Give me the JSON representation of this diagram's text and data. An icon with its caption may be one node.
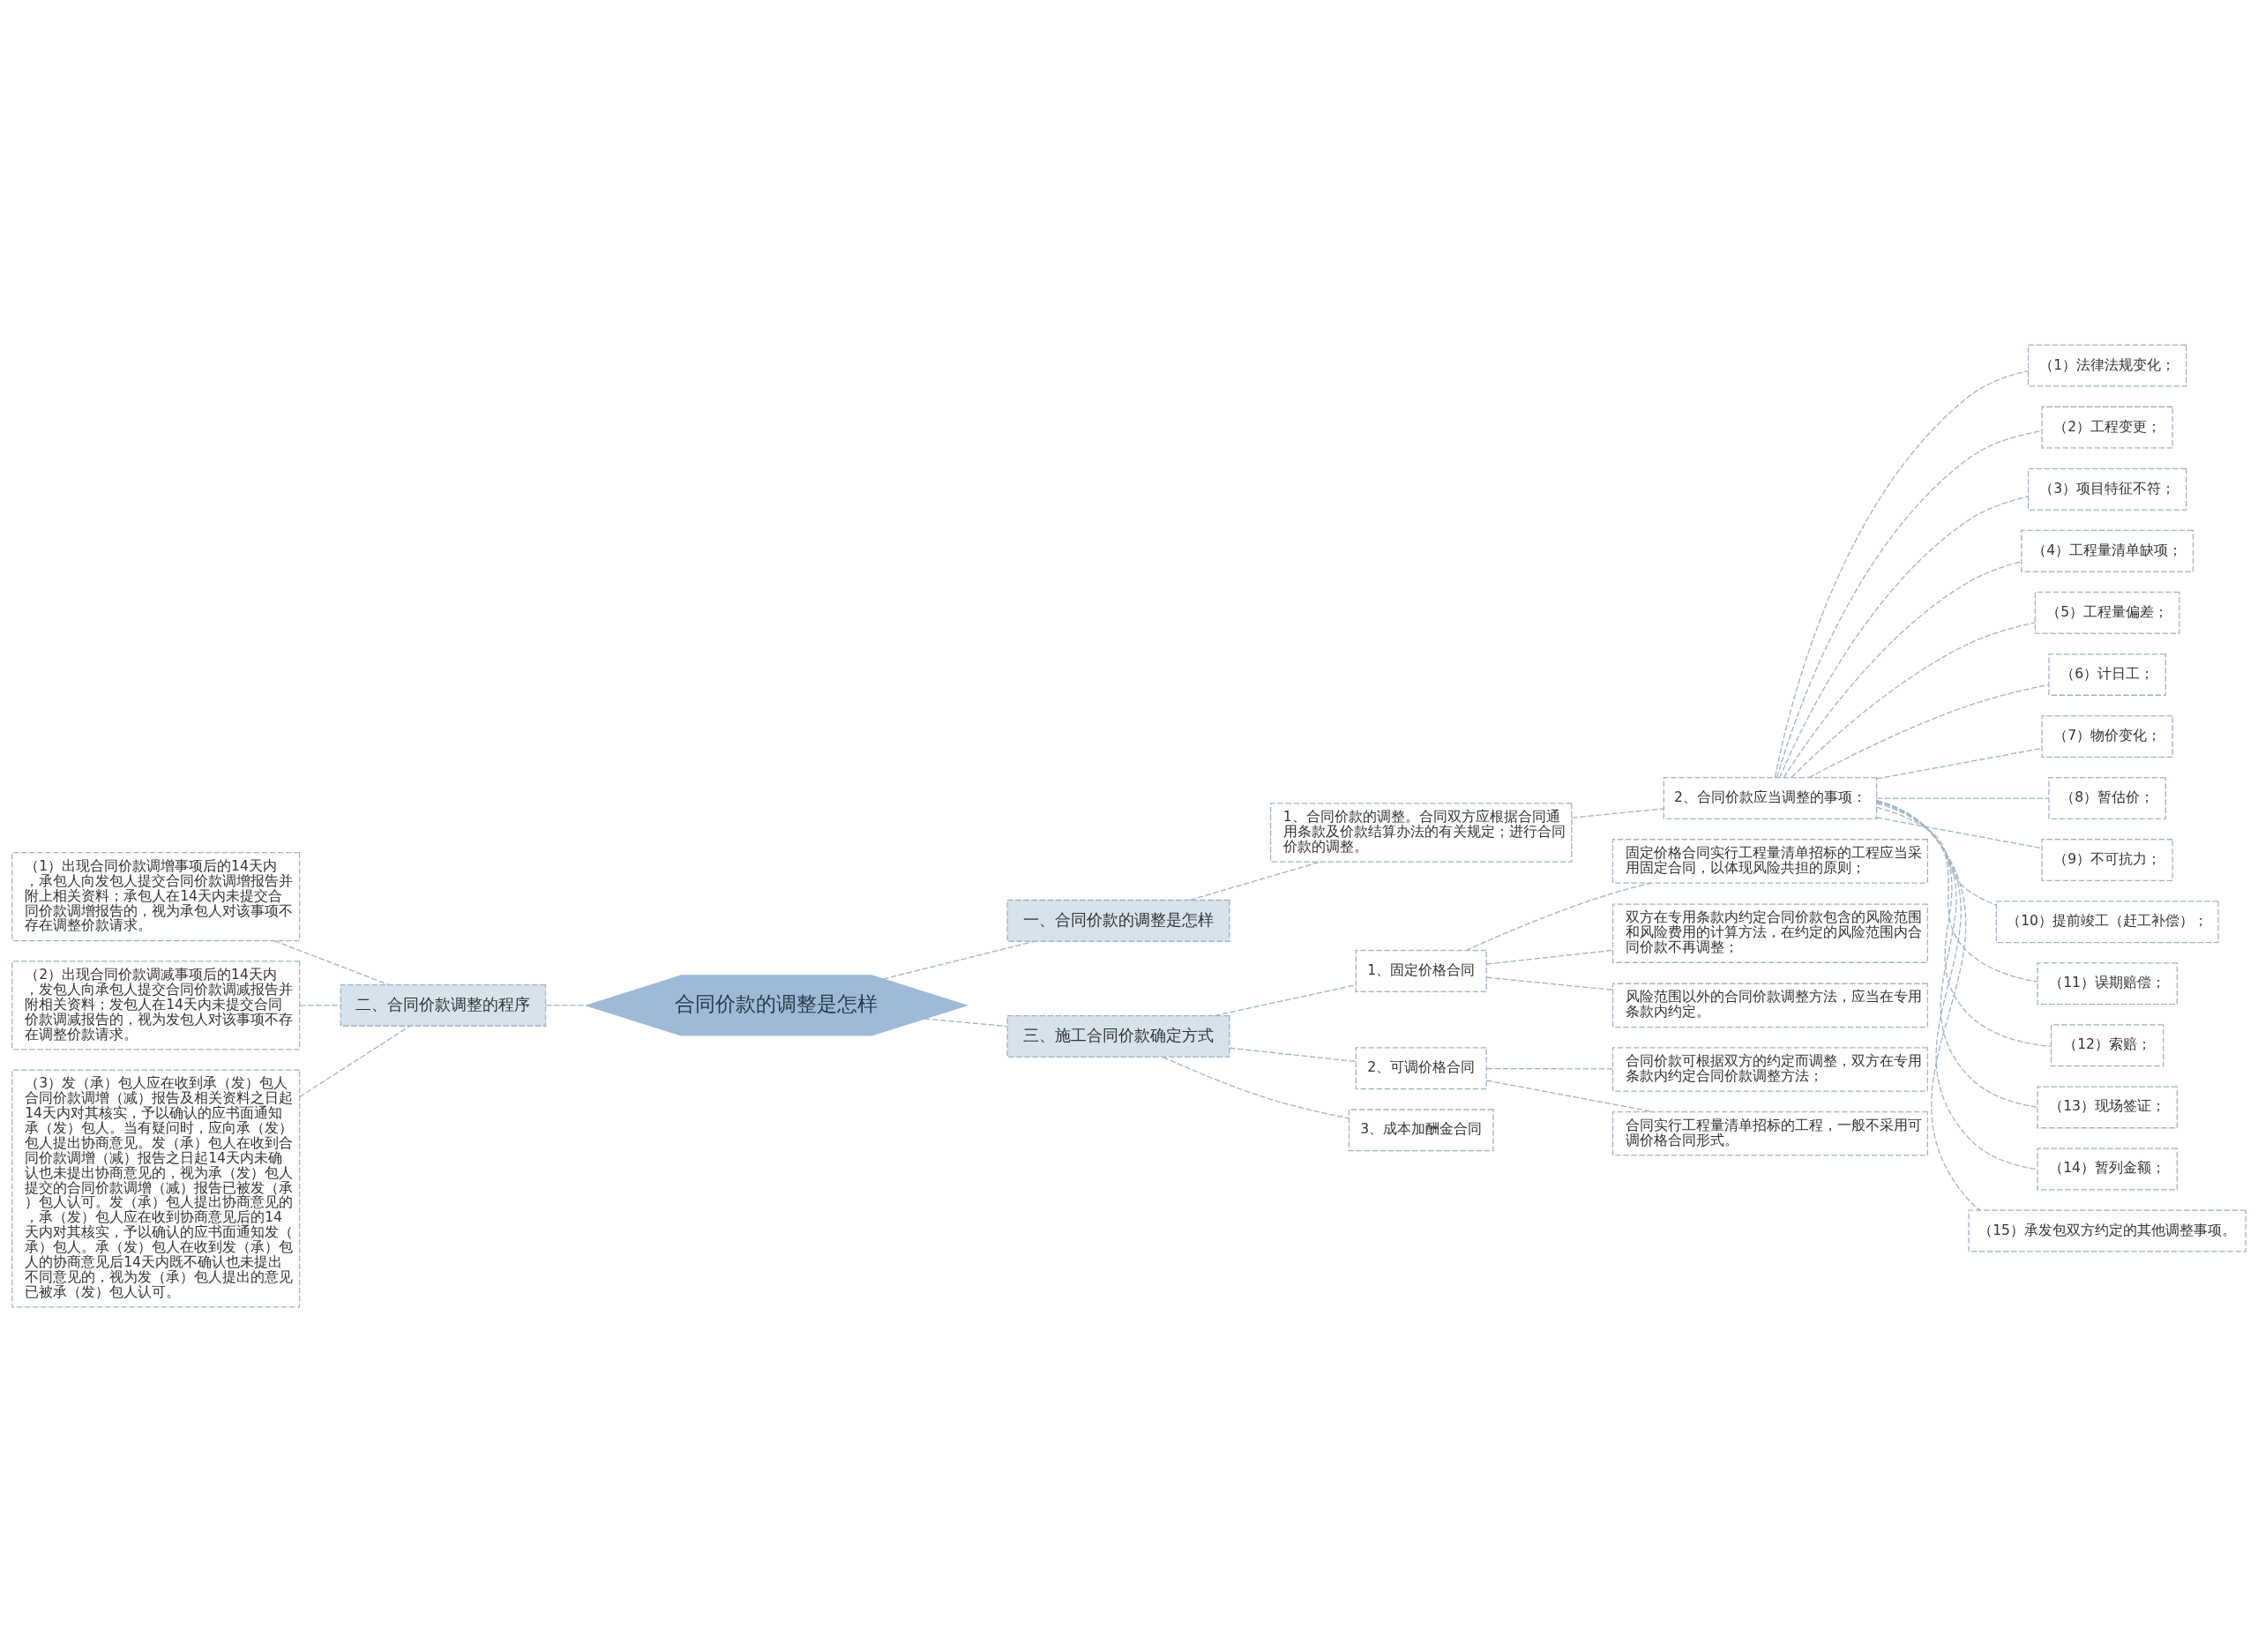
{
  "diagram": {
    "nodes": [
      {
        "text": [
          "合同价款的调整是怎样"
        ]
      },
      {
        "text": [
          "一、合同价款的调整是怎样"
        ]
      },
      {
        "text": [
          "1、合同价款的调整。合同双方应根据合同通用条款及价款结算办法的有关规定；进行合同价款的调整。"
        ]
      },
      {
        "text": [
          "2、合同价款应当调整的事项："
        ]
      },
      {
        "text": [
          "（1）法律法规变化；"
        ]
      },
      {
        "text": [
          "（2）工程变更；"
        ]
      },
      {
        "text": [
          "（3）项目特征不符；"
        ]
      },
      {
        "text": [
          "（4）工程量清单缺项；"
        ]
      },
      {
        "text": [
          "（5）工程量偏差；"
        ]
      },
      {
        "text": [
          "（6）计日工；"
        ]
      },
      {
        "text": [
          "（7）物价变化；"
        ]
      },
      {
        "text": [
          "（8）暂估价；"
        ]
      },
      {
        "text": [
          "（9）不可抗力；"
        ]
      },
      {
        "text": [
          "（10）提前竣工（赶工补偿）；"
        ]
      },
      {
        "text": [
          "（11）误期赔偿；"
        ]
      },
      {
        "text": [
          "（12）索赔；"
        ]
      },
      {
        "text": [
          "（13）现场签证；"
        ]
      },
      {
        "text": [
          "（14）暂列金额；"
        ]
      },
      {
        "text": [
          "（15）承发包双方约定的其他调整事项。"
        ]
      },
      {
        "text": [
          "二、合同价款调整的程序"
        ]
      },
      {
        "text": [
          "（1）出现合同价款调增事项后的14天内，承包人向发包人提交合同价款调增报告并附上相关资料；承包人在14天内未提交合同价款调增报告的，视为承包人对该事项不存在调整价款请求。"
        ]
      },
      {
        "text": [
          "（2）出现合同价款调减事项后的14天内，发包人向承包人提交合同价款调减报告并附相关资料；发包人在14天内未提交合同价款调减报告的，视为发包人对该事项不存在调整价款请求。"
        ]
      },
      {
        "text": [
          "（3）发（承）包人应在收到承（发）包人合同价款调增（减）报告及相关资料之日起14天内对其核实，予以确认的应书面通知承（发）包人。当有疑问时，应向承（发）包人提出协商意见。发（承）包人在收到合同价款调增（减）报告之日起14天内未确认也未提出协商意见的，视为承（发）包人提交的合同价款调增（减）报告已被发（承）包人认可。发（承）包人提出协商意见的，承（发）包人应在收到协商意见后的14天内对其核实，予以确认的应书面通知发（承）包人。承（发）包人在收到发（承）包人的协商意见后14天内既不确认也未提出不同意见的，视为发（承）包人提出的意见已被承（发）包人认可。"
        ]
      },
      {
        "text": [
          "三、施工合同价款确定方式"
        ]
      },
      {
        "text": [
          "1、固定价格合同"
        ]
      },
      {
        "text": [
          "固定价格合同实行工程量清单招标的工程应当采用固定合同，以体现风险共担的原则；"
        ]
      },
      {
        "text": [
          "双方在专用条款内约定合同价款包含的风险范围和风险费用的计算方法，在约定的风险范围内合同价款不再调整；"
        ]
      },
      {
        "text": [
          "风险范围以外的合同价款调整方法，应当在专用条款内约定。"
        ]
      },
      {
        "text": [
          "2、可调价格合同"
        ]
      },
      {
        "text": [
          "合同价款可根据双方的约定而调整，双方在专用条款内约定合同价款调整方法；"
        ]
      },
      {
        "text": [
          "合同实行工程量清单招标的工程，一般不采用可调价格合同形式。"
        ]
      },
      {
        "text": [
          "3、成本加酬金合同"
        ]
      }
    ],
    "edges": [
      {
        "from": 0,
        "to": 1,
        "arrow": "none",
        "style": "dashed"
      },
      {
        "from": 1,
        "to": 2,
        "arrow": "none",
        "style": "dashed"
      },
      {
        "from": 2,
        "to": 3,
        "arrow": "none",
        "style": "dashed"
      },
      {
        "from": 3,
        "to": 4,
        "arrow": "none",
        "style": "dashed"
      },
      {
        "from": 3,
        "to": 5,
        "arrow": "none",
        "style": "dashed"
      },
      {
        "from": 3,
        "to": 6,
        "arrow": "none",
        "style": "dashed"
      },
      {
        "from": 3,
        "to": 7,
        "arrow": "none",
        "style": "dashed"
      },
      {
        "from": 3,
        "to": 8,
        "arrow": "none",
        "style": "dashed"
      },
      {
        "from": 3,
        "to": 9,
        "arrow": "none",
        "style": "dashed"
      },
      {
        "from": 3,
        "to": 10,
        "arrow": "none",
        "style": "dashed"
      },
      {
        "from": 3,
        "to": 11,
        "arrow": "none",
        "style": "dashed"
      },
      {
        "from": 3,
        "to": 12,
        "arrow": "none",
        "style": "dashed"
      },
      {
        "from": 3,
        "to": 13,
        "arrow": "none",
        "style": "dashed"
      },
      {
        "from": 3,
        "to": 14,
        "arrow": "none",
        "style": "dashed"
      },
      {
        "from": 3,
        "to": 15,
        "arrow": "none",
        "style": "dashed"
      },
      {
        "from": 3,
        "to": 16,
        "arrow": "none",
        "style": "dashed"
      },
      {
        "from": 3,
        "to": 17,
        "arrow": "none",
        "style": "dashed"
      },
      {
        "from": 3,
        "to": 18,
        "arrow": "none",
        "style": "dashed"
      },
      {
        "from": 0,
        "to": 19,
        "arrow": "none",
        "style": "dashed"
      },
      {
        "from": 19,
        "to": 20,
        "arrow": "none",
        "style": "dashed"
      },
      {
        "from": 19,
        "to": 21,
        "arrow": "none",
        "style": "dashed"
      },
      {
        "from": 19,
        "to": 22,
        "arrow": "none",
        "style": "dashed"
      },
      {
        "from": 0,
        "to": 23,
        "arrow": "none",
        "style": "dashed"
      },
      {
        "from": 23,
        "to": 24,
        "arrow": "none",
        "style": "dashed"
      },
      {
        "from": 24,
        "to": 25,
        "arrow": "none",
        "style": "dashed"
      },
      {
        "from": 24,
        "to": 26,
        "arrow": "none",
        "style": "dashed"
      },
      {
        "from": 24,
        "to": 27,
        "arrow": "none",
        "style": "dashed"
      },
      {
        "from": 23,
        "to": 28,
        "arrow": "none",
        "style": "dashed"
      },
      {
        "from": 28,
        "to": 29,
        "arrow": "none",
        "style": "dashed"
      },
      {
        "from": 28,
        "to": 30,
        "arrow": "none",
        "style": "dashed"
      },
      {
        "from": 23,
        "to": 31,
        "arrow": "none",
        "style": "dashed"
      }
    ]
  }
}
